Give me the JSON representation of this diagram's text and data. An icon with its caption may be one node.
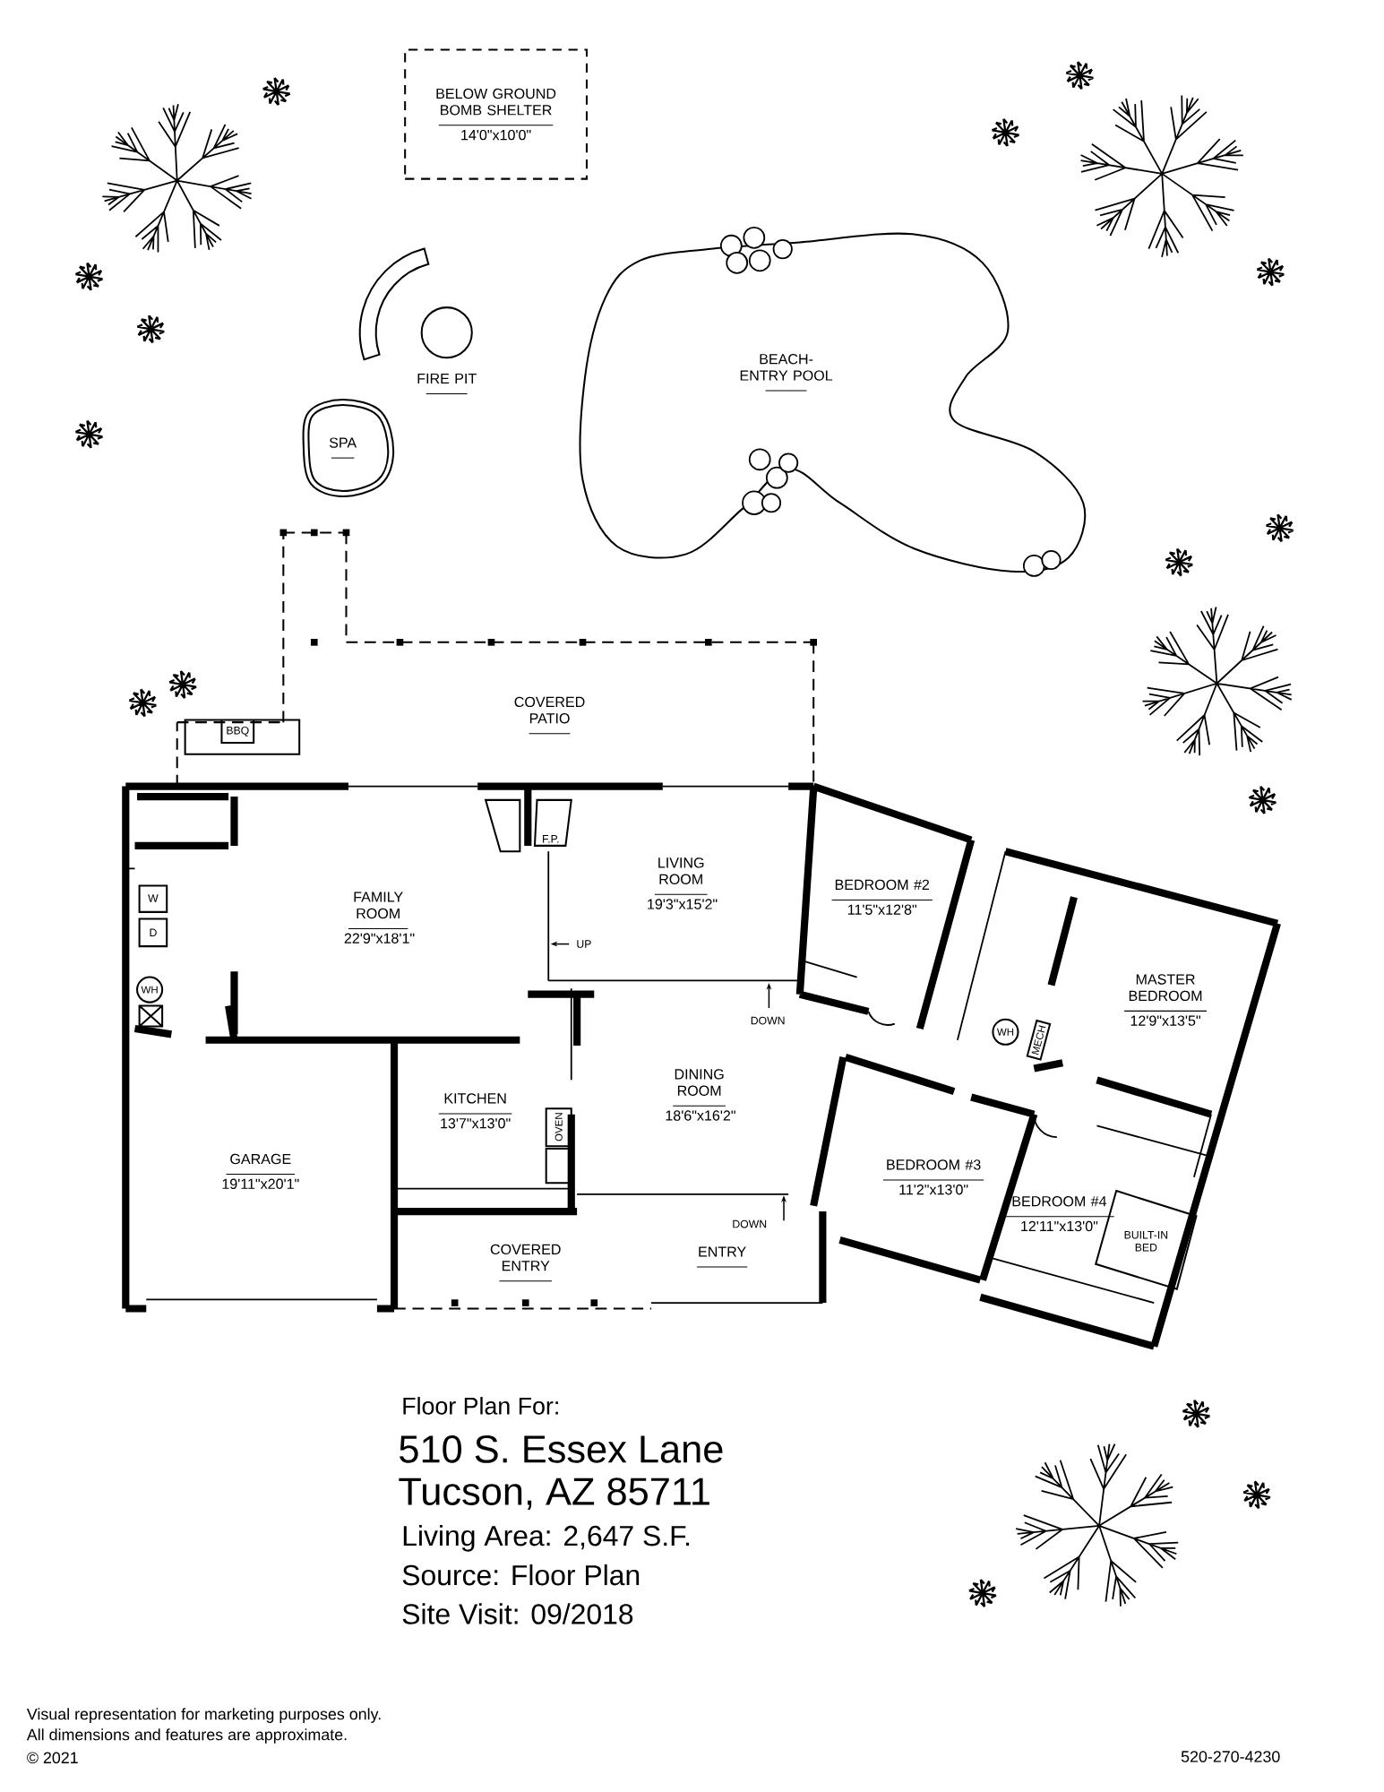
{
  "diagram": {
    "nodes": [
      {
        "text": [
          "BELOW GROUND BOMB SHELTER",
          "14'0\"x10'0\""
        ]
      },
      {
        "text": [
          "FIRE PIT"
        ]
      },
      {
        "text": [
          "SPA"
        ]
      },
      {
        "text": [
          "BEACH-ENTRY POOL"
        ]
      },
      {
        "text": [
          "COVERED PATIO"
        ]
      },
      {
        "text": [
          "FAMILY ROOM",
          "22'9\"x18'1\""
        ]
      },
      {
        "text": [
          "LIVING ROOM",
          "19'3\"x15'2\""
        ]
      },
      {
        "text": [
          "BEDROOM #2",
          "11'5\"x12'8\""
        ]
      },
      {
        "text": [
          "MASTER BEDROOM",
          "12'9\"x13'5\""
        ]
      },
      {
        "text": [
          "KITCHEN",
          "13'7\"x13'0\""
        ]
      },
      {
        "text": [
          "DINING ROOM",
          "18'6\"x16'2\""
        ]
      },
      {
        "text": [
          "GARAGE",
          "19'11\"x20'1\""
        ]
      },
      {
        "text": [
          "BEDROOM #3",
          "11'2\"x13'0\""
        ]
      },
      {
        "text": [
          "BEDROOM #4",
          "12'11\"x13'0\""
        ]
      },
      {
        "text": [
          "COVERED ENTRY"
        ]
      },
      {
        "text": [
          "ENTRY"
        ]
      }
    ],
    "labels": [
      "BBQ",
      "F.P.",
      "W",
      "D",
      "UP",
      "WH",
      "DOWN",
      "WH",
      "MECH",
      "OVEN",
      "DOWN",
      "BUILT-IN BED",
      "Floor Plan For:",
      "510 S. Essex Lane",
      "Tucson, AZ 85711",
      "Living Area: 2,647 S.F.",
      "Source: Floor Plan",
      "Site Visit: 09/2018",
      "Visual representation for marketing purposes only.",
      "All dimensions and features are approximate.",
      "© 2021",
      "520-270-4230"
    ]
  }
}
